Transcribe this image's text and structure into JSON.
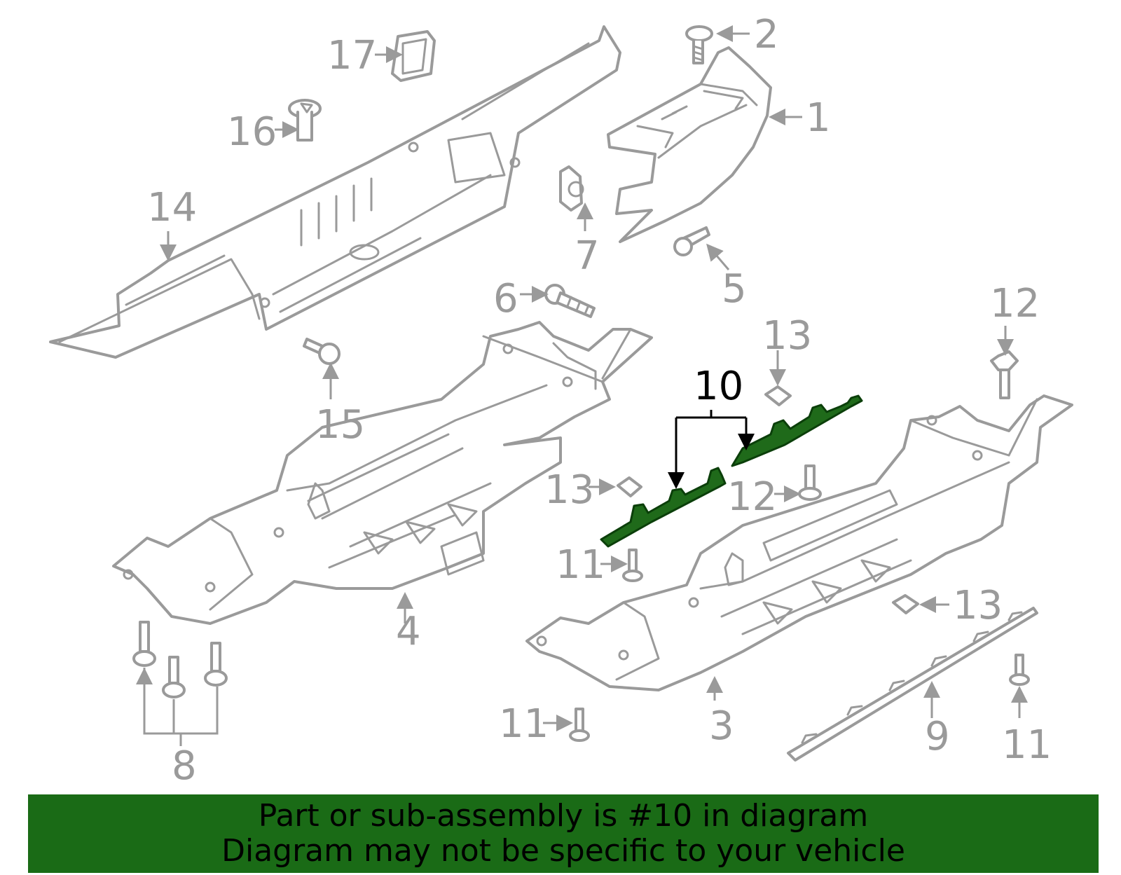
{
  "callouts": {
    "c1": "1",
    "c2": "2",
    "c3": "3",
    "c4": "4",
    "c5": "5",
    "c6": "6",
    "c7": "7",
    "c8": "8",
    "c9": "9",
    "c10": "10",
    "c11a": "11",
    "c11b": "11",
    "c11c": "11",
    "c12a": "12",
    "c12b": "12",
    "c13a": "13",
    "c13b": "13",
    "c13c": "13",
    "c14": "14",
    "c15": "15",
    "c16": "16",
    "c17": "17"
  },
  "highlighted_part": "10",
  "banner": {
    "line1": "Part or sub-assembly is #10 in diagram",
    "line2": "Diagram may not be specific to your vehicle"
  },
  "colors": {
    "highlight": "#1f6a1a",
    "banner": "#1a6b16",
    "line_art": "#9a9a9a"
  }
}
